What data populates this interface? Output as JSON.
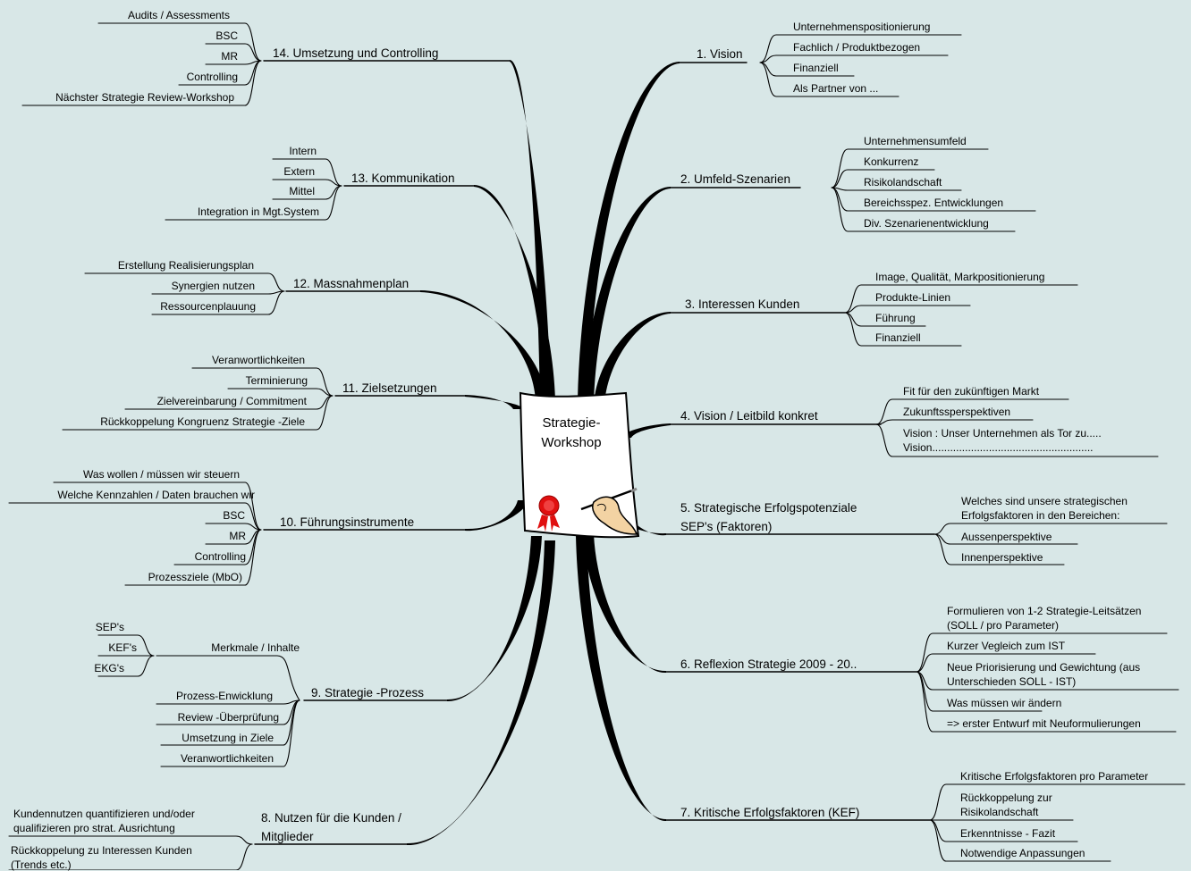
{
  "center": {
    "label_line1": "Strategie-",
    "label_line2": "Workshop"
  },
  "colors": {
    "background": "#d8e7e7",
    "branch": "#000000",
    "seal": "#e01010",
    "paper": "#ffffff"
  },
  "icons": [
    "paper-document-icon",
    "red-seal-icon",
    "hand-with-pen-icon"
  ],
  "right": [
    {
      "label": "1. Vision",
      "subs": [
        "Unternehmenspositionierung",
        "Fachlich / Produktbezogen",
        "Finanziell",
        "Als Partner von ..."
      ]
    },
    {
      "label": "2. Umfeld-Szenarien",
      "subs": [
        "Unternehmensumfeld",
        "Konkurrenz",
        "Risikolandschaft",
        "Bereichsspez. Entwicklungen",
        "Div. Szenarienentwicklung"
      ]
    },
    {
      "label": "3. Interessen Kunden",
      "subs": [
        "Image, Qualität, Markpositionierung",
        "Produkte-Linien",
        "Führung",
        "Finanziell"
      ]
    },
    {
      "label": "4. Vision / Leitbild konkret",
      "subs": [
        "Fit für den zukünftigen Markt",
        "Zukunftssperspektiven",
        "Vision : Unser Unternehmen als Tor zu.....",
        "Vision......................................................"
      ]
    },
    {
      "label": "5. Strategische Erfolgspotenziale",
      "label2": "SEP's  (Faktoren)",
      "subs": [
        "Welches sind unsere strategischen",
        "Erfolgsfaktoren in den Bereichen:",
        "Aussenperspektive",
        "Innenperspektive"
      ]
    },
    {
      "label": "6. Reflexion Strategie 2009 - 20..",
      "subs": [
        "Formulieren von 1-2 Strategie-Leitsätzen",
        "(SOLL / pro Parameter)",
        "Kurzer Vegleich zum IST",
        "Neue Priorisierung und Gewichtung (aus",
        "Unterschieden SOLL - IST)",
        "Was müssen wir ändern",
        "=> erster Entwurf mit Neuformulierungen"
      ]
    },
    {
      "label": "7. Kritische Erfolgsfaktoren (KEF)",
      "subs": [
        "Kritische Erfolgsfaktoren pro Parameter",
        "Rückkoppelung zur",
        "Risikolandschaft",
        "Erkenntnisse - Fazit",
        "Notwendige Anpassungen"
      ]
    }
  ],
  "left": [
    {
      "label": "14. Umsetzung und Controlling",
      "subs": [
        "Audits / Assessments",
        "BSC",
        "MR",
        "Controlling",
        "Nächster Strategie Review-Workshop"
      ]
    },
    {
      "label": "13. Kommunikation",
      "subs": [
        "Intern",
        "Extern",
        "Mittel",
        "Integration in Mgt.System"
      ]
    },
    {
      "label": "12. Massnahmenplan",
      "subs": [
        "Erstellung Realisierungsplan",
        "Synergien nutzen",
        "Ressourcenplauung"
      ]
    },
    {
      "label": "11. Zielsetzungen",
      "subs": [
        "Veranwortlichkeiten",
        "Terminierung",
        "Zielvereinbarung / Commitment",
        "Rückkoppelung Kongruenz Strategie -Ziele"
      ]
    },
    {
      "label": "10. Führungsinstrumente",
      "subs": [
        "Was wollen / müssen wir steuern",
        "Welche Kennzahlen / Daten brauchen wir",
        "BSC",
        "MR",
        "Controlling",
        "Prozessziele (MbO)"
      ]
    },
    {
      "label": "9. Strategie -Prozess",
      "subs": [
        "Merkmale / Inhalte",
        "SEP's",
        "KEF's",
        "EKG's",
        "Prozess-Enwicklung",
        "Review -Überprüfung",
        "Umsetzung in Ziele",
        "Veranwortlichkeiten"
      ]
    },
    {
      "label": "8. Nutzen für die Kunden /",
      "label2": "Mitglieder",
      "subs": [
        "Kundennutzen quantifizieren und/oder",
        "qualifizieren pro strat. Ausrichtung",
        "Rückkoppelung zu Interessen Kunden",
        "(Trends etc.)"
      ]
    }
  ]
}
